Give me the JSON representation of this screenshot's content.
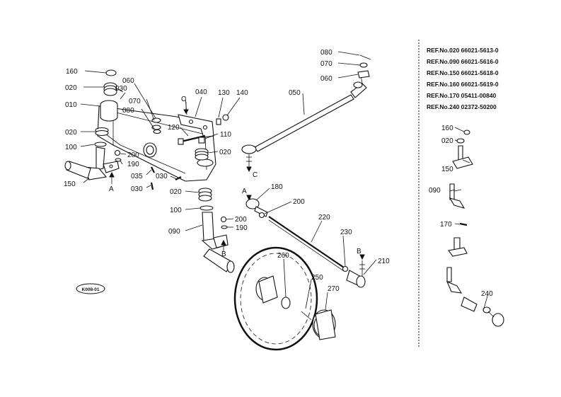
{
  "callouts": {
    "c160": "160",
    "c020a": "020",
    "c030a": "030",
    "c010": "010",
    "c060a": "060",
    "c070a": "070",
    "c080a": "080",
    "cC1": "C",
    "c040": "040",
    "c130": "130",
    "c140": "140",
    "c120": "120",
    "c110": "110",
    "c020b": "020",
    "c020c": "020",
    "c100a": "100",
    "c200a": "200",
    "c190a": "190",
    "c035": "035",
    "c030b": "030",
    "c030c": "030",
    "c150": "150",
    "cA1": "A",
    "c020d": "020",
    "c100b": "100",
    "c200b": "200",
    "c190b": "190",
    "c090": "090",
    "cB1": "B",
    "c050": "050",
    "c080b": "080",
    "c070b": "070",
    "c060b": "060",
    "cC2": "C",
    "cA2": "A",
    "c180": "180",
    "c200c": "200",
    "c220": "220",
    "c230": "230",
    "cB2": "B",
    "c210": "210",
    "c260": "260",
    "c250": "250",
    "c270": "270",
    "r160": "160",
    "r020": "020",
    "r150": "150",
    "r090": "090",
    "r170": "170",
    "r240": "240"
  },
  "badge": "K008-01",
  "references": [
    "REF.No.020  66021-5613-0",
    "REF.No.090  66021-5616-0",
    "REF.No.150  66021-5618-0",
    "REF.No.160  66021-5619-0",
    "REF.No.170  05411-00840",
    "REF.No.240  02372-50200"
  ]
}
